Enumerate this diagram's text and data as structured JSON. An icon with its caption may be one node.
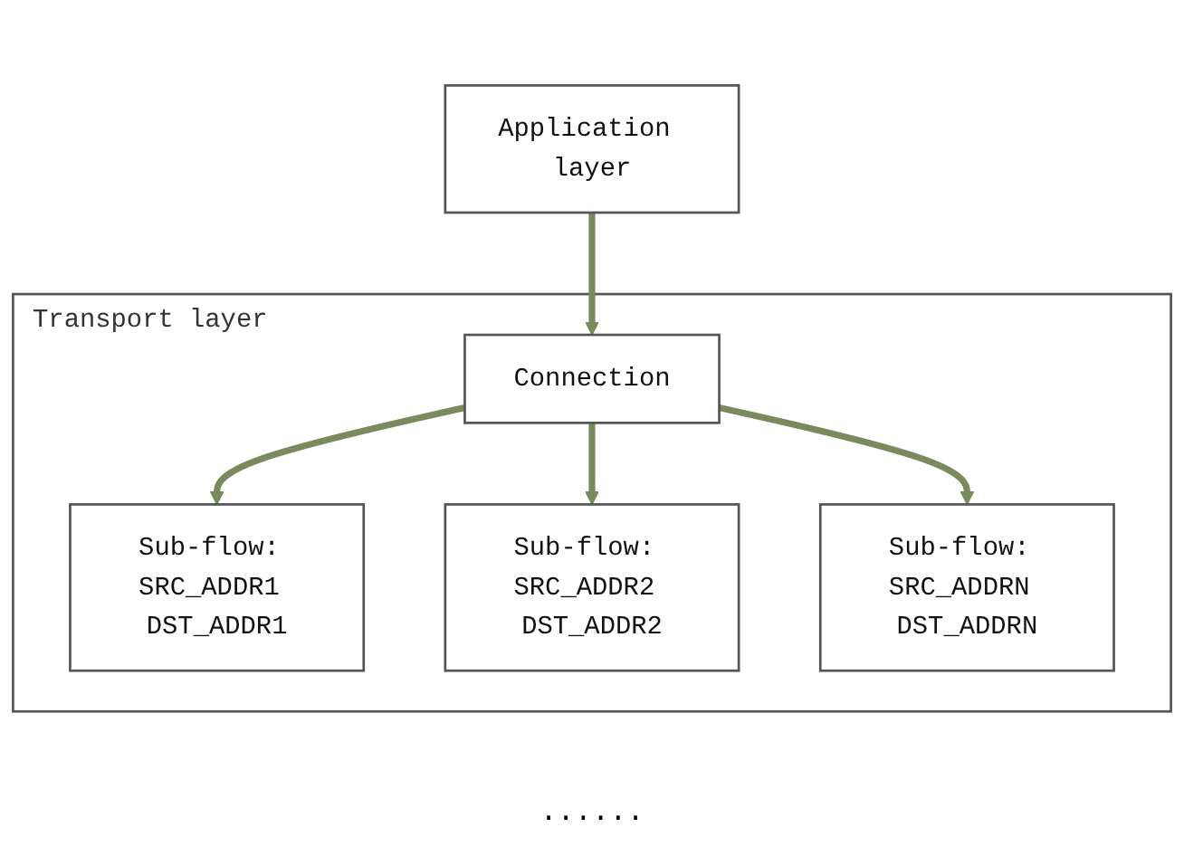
{
  "diagram": {
    "nodes": [
      {
        "text": [
          "Application layer"
        ]
      },
      {
        "text": [
          "Transport layer"
        ]
      },
      {
        "text": [
          "Connection"
        ],
        "in": 1
      },
      {
        "text": [
          "Sub-flow: SRC_ADDR1 DST_ADDR1"
        ],
        "in": 1
      },
      {
        "text": [
          "Sub-flow: SRC_ADDR2 DST_ADDR2"
        ],
        "in": 1
      },
      {
        "text": [
          "Sub-flow: SRC_ADDRN DST_ADDRN"
        ],
        "in": 1
      }
    ],
    "edges": [
      {
        "from": 0,
        "to": 2,
        "arrow": "to"
      },
      {
        "from": 2,
        "to": 3,
        "arrow": "to"
      },
      {
        "from": 2,
        "to": 4,
        "arrow": "to"
      },
      {
        "from": 2,
        "to": 5,
        "arrow": "to"
      }
    ],
    "labels": [
      "......"
    ]
  }
}
